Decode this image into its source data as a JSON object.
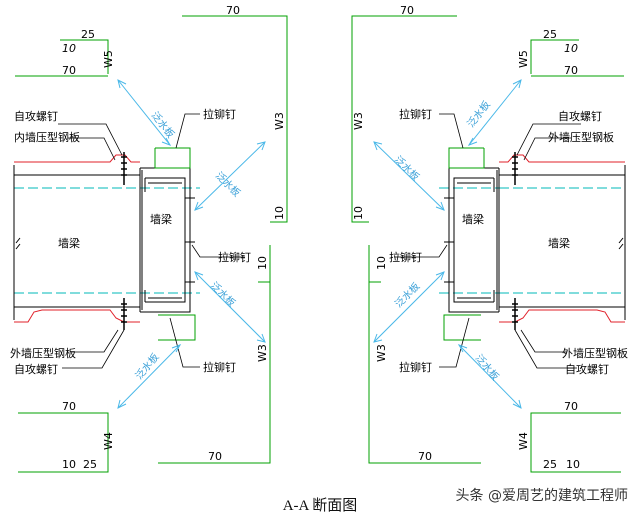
{
  "caption": "A-A 断面图",
  "watermark": "头条 @爱周艺的建筑工程师",
  "colors": {
    "dimension": "#00a000",
    "frame": "#000000",
    "axis": "#00b8b8",
    "panel": "#e0202a",
    "flashing": "#4ab8e8",
    "text": "#000000"
  },
  "labels": {
    "self_tapping_screw": "自攻螺钉",
    "inner_panel": "内墙压型钢板",
    "outer_panel": "外墙压型钢板",
    "pull_rivet": "拉铆钉",
    "wall_beam": "墙梁",
    "flashing": "泛水板"
  },
  "dims": {
    "d70": "70",
    "d25": "25",
    "d10": "10",
    "w3": "W3",
    "w4": "W4",
    "w5": "W5"
  }
}
